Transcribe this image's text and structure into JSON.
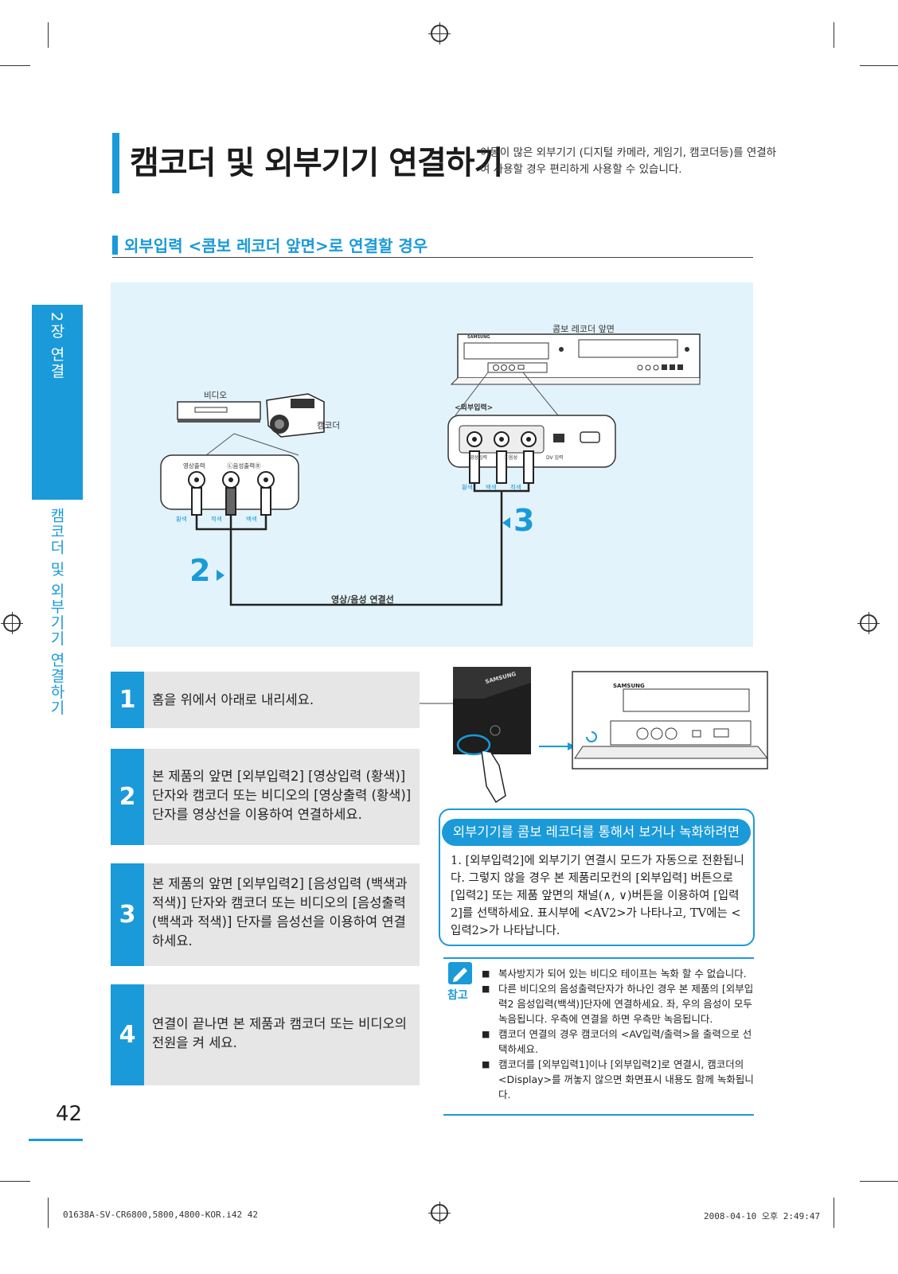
{
  "header": {
    "title": "캠코더 및 외부기기 연결하기",
    "intro": "이동이 많은 외부기기 (디지털 카메라, 게임기, 캠코더등)를 연결하여 사용할 경우 편리하게 사용할 수 있습니다."
  },
  "section": {
    "title": "외부입력 <콤보 레코더 앞면>로 연결할 경우"
  },
  "side_tab": {
    "chapter": "2장 연결",
    "topic": "캠코더 및 외부기기 연결하기"
  },
  "diagram": {
    "recorder_label": "콤보 레코더 앞면",
    "brand": "SAMSUNG",
    "video_label": "비디오",
    "camcorder_label": "캠코더",
    "front_input_label": "<외부입력>",
    "out_video": "영상출력",
    "out_audio": "Ⓛ음성출력Ⓡ",
    "in_av": "영상입력",
    "in_audio": "Ⓛ음성",
    "in_dv": "DV 입력",
    "plug_left": [
      "황색",
      "적색",
      "백색"
    ],
    "plug_right": [
      "황색",
      "백색",
      "적색"
    ],
    "step2_marker": "2",
    "step3_marker": "3",
    "cable_label": "영상/음성 연결선"
  },
  "steps": [
    {
      "num": "1",
      "text": "홈을 위에서 아래로 내리세요."
    },
    {
      "num": "2",
      "text": "본 제품의 앞면 [외부입력2] [영상입력 (황색)] 단자와 캠코더 또는 비디오의 [영상출력 (황색)]단자를 영상선을 이용하여 연결하세요."
    },
    {
      "num": "3",
      "text": "본 제품의 앞면 [외부입력2] [음성입력 (백색과 적색)] 단자와 캠코더 또는 비디오의 [음성출력 (백색과 적색)] 단자를 음성선을 이용하여 연결하세요."
    },
    {
      "num": "4",
      "text": "연결이 끝나면 본 제품과 캠코더 또는 비디오의 전원을 켜 세요."
    }
  ],
  "tip": {
    "heading": "외부기기를 콤보 레코더를 통해서 보거나 녹화하려면",
    "text": "1. [외부입력2]에 외부기기 연결시 모드가 자동으로 전환됩니다. 그렇지 않을 경우 본 제품리모컨의 [외부입력] 버튼으로 [입력2] 또는 제품 앞면의 채널(∧, ∨)버튼을 이용하여 [입력2]를 선택하세요. 표시부에 <AV2>가 나타나고, TV에는 <입력2>가 나타납니다."
  },
  "note": {
    "label": "참고",
    "items": [
      "복사방지가 되어 있는 비디오 테이프는 녹화 할 수 없습니다.",
      "다른 비디오의 음성출력단자가 하나인 경우 본 제품의 [외부입력2 음성입력(백색)]단자에 연결하세요. 좌, 우의 음성이 모두 녹음됩니다. 우측에 연결을 하면 우측만 녹음됩니다.",
      "캠코더 연결의 경우 캠코더의 <AV입력/출력>을 출력으로 선택하세요.",
      "캠코더를 [외부입력1]이나 [외부입력2]로 연결시, 캠코더의 <Display>를 꺼놓지 않으면 화면표시 내용도 함께 녹화됩니다."
    ]
  },
  "page_number": "42",
  "footer": {
    "file": "01638A-SV-CR6800,5800,4800-KOR.i42   42",
    "date": "2008-04-10   오후 2:49:47"
  },
  "colors": {
    "accent": "#1a9ad9",
    "diagram_bg": "#e3f3fb",
    "step_bg": "#e6e6e6"
  }
}
